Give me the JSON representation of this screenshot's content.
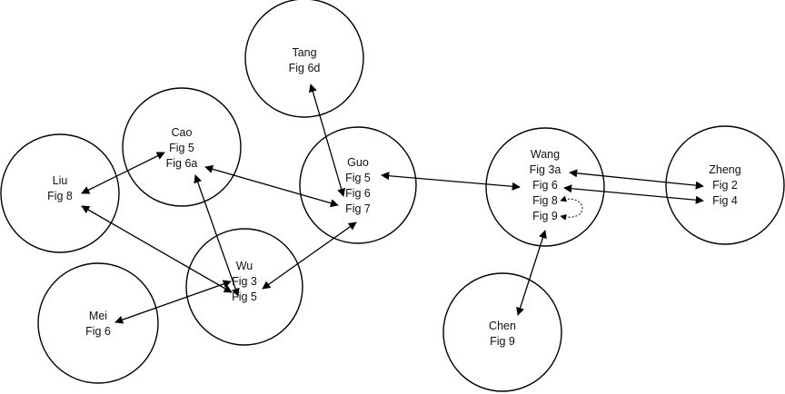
{
  "nodes": [
    {
      "id": "tang",
      "name": "Tang",
      "figs": [
        "Fig 6d"
      ]
    },
    {
      "id": "cao",
      "name": "Cao",
      "figs": [
        "Fig 5",
        "Fig 6a"
      ]
    },
    {
      "id": "liu",
      "name": "Liu",
      "figs": [
        "Fig 8"
      ]
    },
    {
      "id": "guo",
      "name": "Guo",
      "figs": [
        "Fig 5",
        "Fig 6",
        "Fig 7"
      ]
    },
    {
      "id": "wu",
      "name": "Wu",
      "figs": [
        "Fig 3",
        "Fig 5"
      ]
    },
    {
      "id": "mei",
      "name": "Mei",
      "figs": [
        "Fig 6"
      ]
    },
    {
      "id": "wang",
      "name": "Wang",
      "figs": [
        "Fig 3a",
        "Fig 6",
        "Fig 8",
        "Fig 9"
      ]
    },
    {
      "id": "zheng",
      "name": "Zheng",
      "figs": [
        "Fig 2",
        "Fig 4"
      ]
    },
    {
      "id": "chen",
      "name": "Chen",
      "figs": [
        "Fig 9"
      ]
    }
  ],
  "edges": [
    {
      "from": "tang",
      "from_fig": 0,
      "to": "guo",
      "to_fig": 1
    },
    {
      "from": "cao",
      "from_fig": 0,
      "to": "liu",
      "to_fig": 0
    },
    {
      "from": "cao",
      "from_fig": 1,
      "to": "guo",
      "to_fig": 2
    },
    {
      "from": "cao",
      "from_fig": 1,
      "to": "wu",
      "to_fig": 1
    },
    {
      "from": "liu",
      "from_fig": 0,
      "to": "wu",
      "to_fig": 1
    },
    {
      "from": "guo",
      "from_fig": 0,
      "to": "wang",
      "to_fig": 1
    },
    {
      "from": "guo",
      "from_fig": 2,
      "to": "wu",
      "to_fig": 1
    },
    {
      "from": "mei",
      "from_fig": 0,
      "to": "wu",
      "to_fig": 0
    },
    {
      "from": "wang",
      "from_fig": 0,
      "to": "zheng",
      "to_fig": 0
    },
    {
      "from": "wang",
      "from_fig": 1,
      "to": "zheng",
      "to_fig": 1
    },
    {
      "from": "wang",
      "from_fig": 3,
      "to": "chen",
      "to_fig": 0
    }
  ],
  "self_loops": [
    {
      "node": "wang",
      "from_fig": 2,
      "to_fig": 3
    }
  ]
}
